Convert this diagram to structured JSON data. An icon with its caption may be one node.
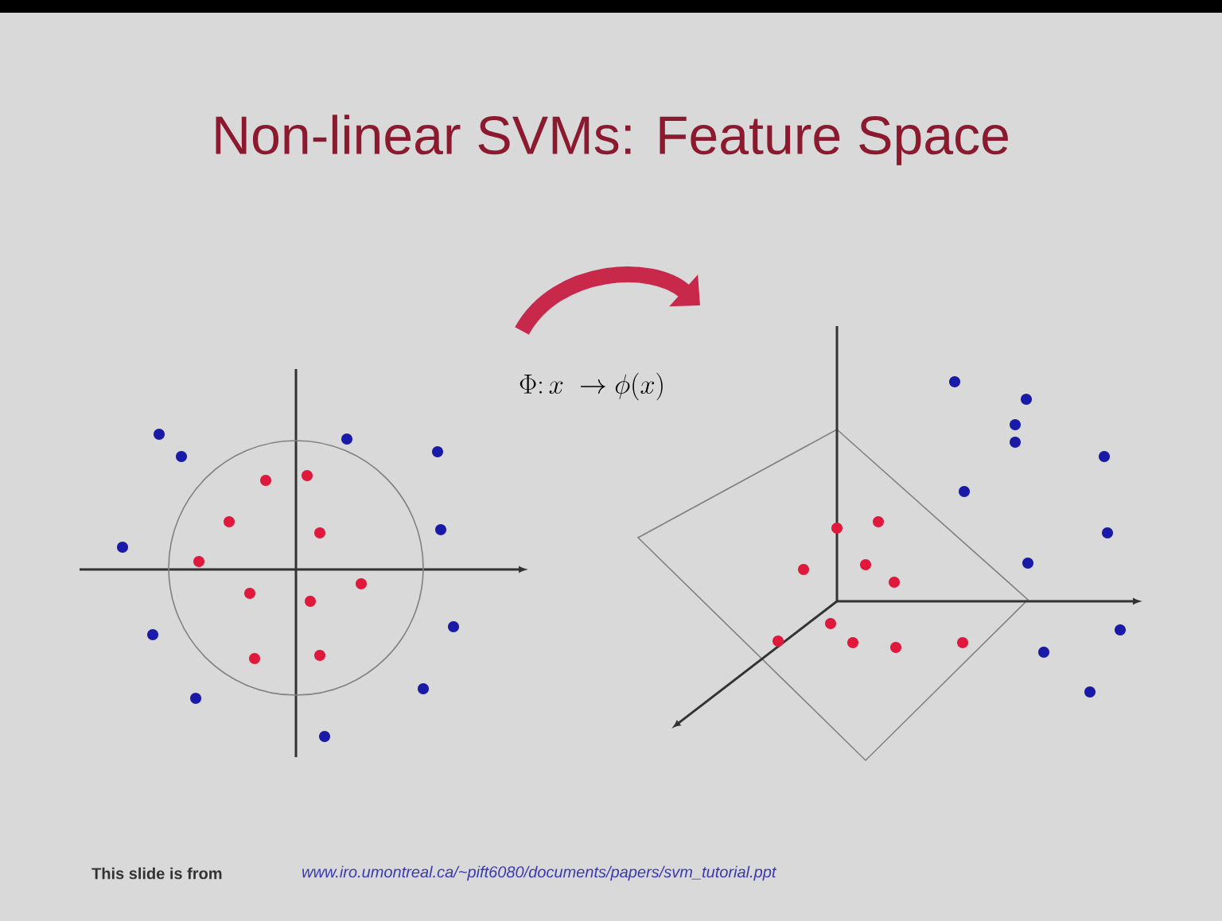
{
  "diagram": {
    "title": "Non-linear SVMs:  Feature Space",
    "labels": [
      "\\Phi\\colon x\\; \\rightarrow \\phi(x)",
      "This slide is  from",
      "www.iro.umontreal.ca/~pift6080/documents/papers/svm_tutorial.ppt"
    ]
  }
}
